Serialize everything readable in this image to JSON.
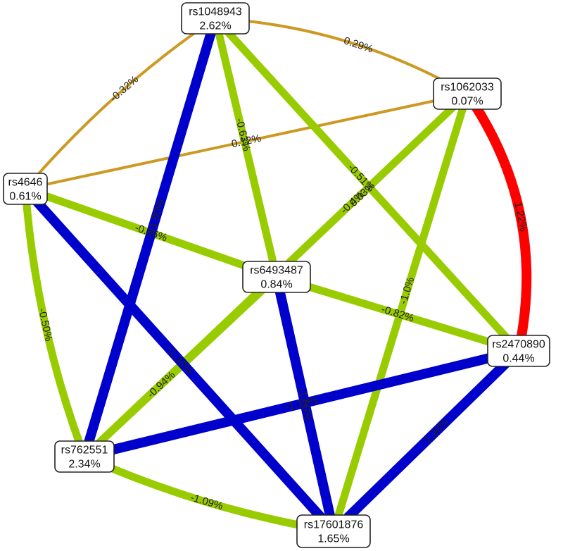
{
  "colors": {
    "positive_strong": "#ff0000",
    "negative_strong": "#0000cc",
    "negative_weak": "#99cc00",
    "positive_weak": "#cc9922"
  },
  "nodes": [
    {
      "id": "rs1048943",
      "label": "rs1048943",
      "value": "2.62%"
    },
    {
      "id": "rs1062033",
      "label": "rs1062033",
      "value": "0.07%"
    },
    {
      "id": "rs4646",
      "label": "rs4646",
      "value": "0.61%"
    },
    {
      "id": "rs6493487",
      "label": "rs6493487",
      "value": "0.84%"
    },
    {
      "id": "rs2470890",
      "label": "rs2470890",
      "value": "0.44%"
    },
    {
      "id": "rs762551",
      "label": "rs762551",
      "value": "2.34%"
    },
    {
      "id": "rs17601876",
      "label": "rs17601876",
      "value": "1.65%"
    }
  ],
  "edges": [
    {
      "source": "rs1048943",
      "target": "rs1062033",
      "label": "0.29%",
      "color": "positive_weak"
    },
    {
      "source": "rs1048943",
      "target": "rs4646",
      "label": "-0.32%",
      "color": "positive_weak"
    },
    {
      "source": "rs4646",
      "target": "rs1062033",
      "label": "0.12%",
      "color": "positive_weak"
    },
    {
      "source": "rs1062033",
      "target": "rs6493487",
      "label": "0.03%",
      "color": "positive_weak"
    },
    {
      "source": "rs1062033",
      "target": "rs2470890",
      "label": "1.22%",
      "color": "positive_strong"
    },
    {
      "source": "rs1048943",
      "target": "rs762551",
      "label": "-1.80%",
      "color": "negative_strong"
    },
    {
      "source": "rs4646",
      "target": "rs17601876",
      "label": "-1.34%",
      "color": "negative_strong"
    },
    {
      "source": "rs6493487",
      "target": "rs17601876",
      "label": "-1.60%",
      "color": "negative_strong"
    },
    {
      "source": "rs762551",
      "target": "rs2470890",
      "label": "-1.12%",
      "color": "negative_strong"
    },
    {
      "source": "rs2470890",
      "target": "rs17601876",
      "label": "-1.28%",
      "color": "negative_strong"
    },
    {
      "source": "rs1048943",
      "target": "rs6493487",
      "label": "-0.63%",
      "color": "negative_weak"
    },
    {
      "source": "rs1048943",
      "target": "rs2470890",
      "label": "-0.51%",
      "color": "negative_weak"
    },
    {
      "source": "rs1062033",
      "target": "rs762551",
      "label": "-0.4%",
      "color": "negative_weak"
    },
    {
      "source": "rs1062033",
      "target": "rs17601876",
      "label": "-1.0%",
      "color": "negative_weak"
    },
    {
      "source": "rs4646",
      "target": "rs6493487",
      "label": "-0.86%",
      "color": "negative_weak"
    },
    {
      "source": "rs4646",
      "target": "rs762551",
      "label": "-0.50%",
      "color": "negative_weak"
    },
    {
      "source": "rs6493487",
      "target": "rs2470890",
      "label": "-0.82%",
      "color": "negative_weak"
    },
    {
      "source": "rs6493487",
      "target": "rs762551",
      "label": "-0.94%",
      "color": "negative_weak"
    },
    {
      "source": "rs762551",
      "target": "rs17601876",
      "label": "-1.09%",
      "color": "negative_weak"
    }
  ]
}
